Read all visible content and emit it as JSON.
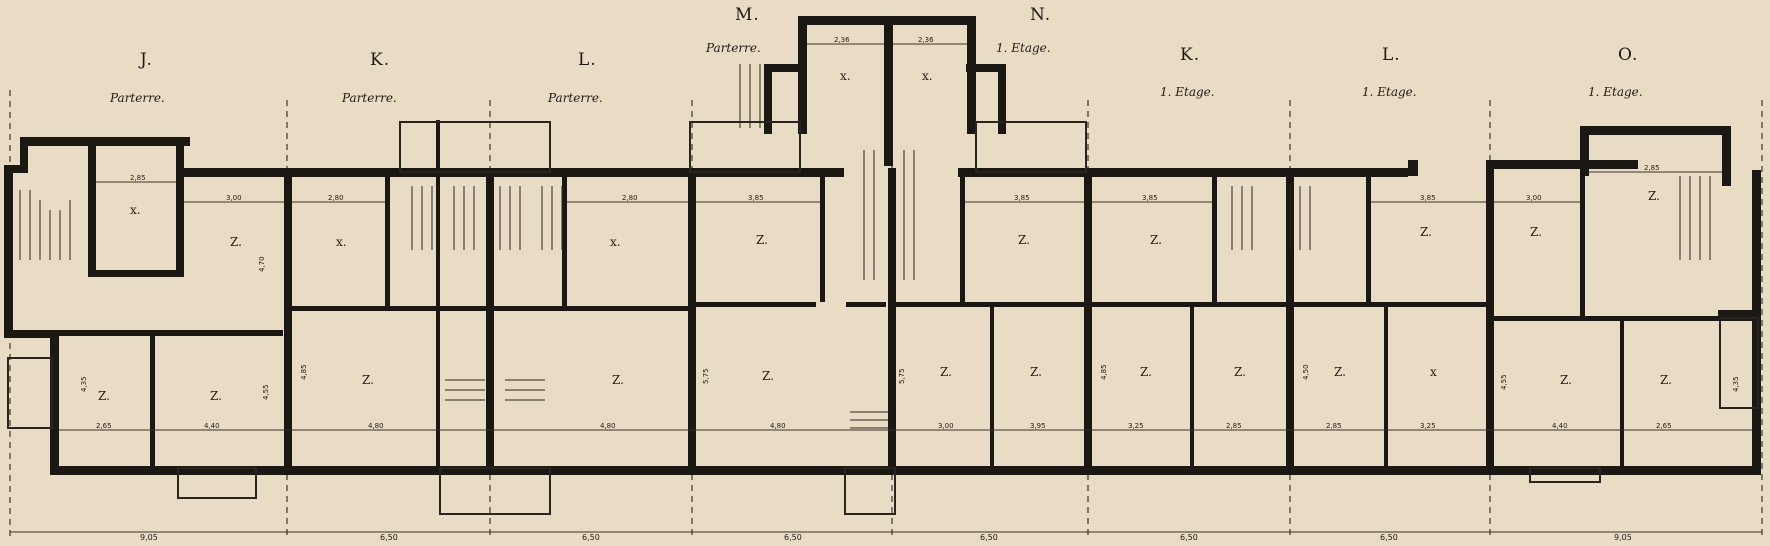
{
  "units": [
    {
      "letter": "J.",
      "floor": "Parterre."
    },
    {
      "letter": "K.",
      "floor": "Parterre."
    },
    {
      "letter": "L.",
      "floor": "Parterre."
    },
    {
      "letter": "M.",
      "floor": "Parterre."
    },
    {
      "letter": "N.",
      "floor": "1. Etage."
    },
    {
      "letter": "K.",
      "floor": "1. Etage."
    },
    {
      "letter": "L.",
      "floor": "1. Etage."
    },
    {
      "letter": "O.",
      "floor": "1. Etage."
    }
  ],
  "rooms": {
    "zimmer": "Z.",
    "kammer": "x.",
    "kammer_small": "x"
  },
  "widths": {
    "w1": "2,85",
    "w2": "3,00",
    "w3": "2,80",
    "w4": "2,80",
    "w5": "3,85",
    "w6": "3,85",
    "w7": "3,85",
    "w8": "3,85",
    "w9": "3,00",
    "w10": "2,85",
    "w11": "2,36",
    "w12": "2,36"
  },
  "lower_widths": {
    "a": "2,65",
    "b": "4,40",
    "c": "4,80",
    "d": "4,80",
    "e": "4,80",
    "f": "3,00",
    "g": "3,95",
    "h": "3,25",
    "i": "2,85",
    "j": "2,85",
    "k": "3,25",
    "l": "4,40",
    "m": "2,65"
  },
  "heights": {
    "h1": "4,35",
    "h2": "4,70",
    "h3": "4,55",
    "h4": "4,85",
    "h5": "5,75",
    "h6": "5,75",
    "h7": "4,85",
    "h8": "4,50",
    "h9": "4,55",
    "h10": "4,35"
  },
  "bottom_dims": [
    "9,05",
    "6,50",
    "6,50",
    "6,50",
    "6,50",
    "6,50",
    "6,50",
    "9,05"
  ]
}
